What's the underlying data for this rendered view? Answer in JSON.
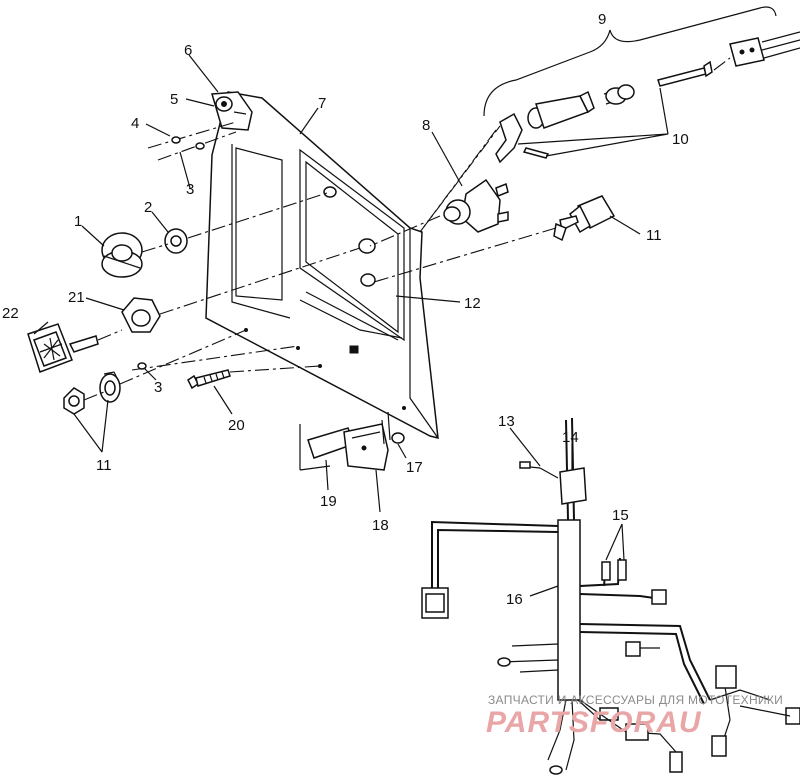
{
  "diagram": {
    "callouts": {
      "p1": "1",
      "p2": "2",
      "p3a": "3",
      "p3b": "3",
      "p4": "4",
      "p5": "5",
      "p6": "6",
      "p7": "7",
      "p8": "8",
      "p9": "9",
      "p10": "10",
      "p11a": "11",
      "p11b": "11",
      "p12": "12",
      "p13": "13",
      "p14": "14",
      "p15": "15",
      "p16": "16",
      "p17": "17",
      "p18": "18",
      "p19": "19",
      "p20": "20",
      "p21": "21",
      "p22": "22"
    }
  },
  "watermark": {
    "caption": "ЗАПЧАСТИ И АКСЕССУАРЫ ДЛЯ МОТОТЕХНИКИ",
    "logo_text": "PARTSFORAU",
    "logo_color": "#e9a6a6"
  }
}
